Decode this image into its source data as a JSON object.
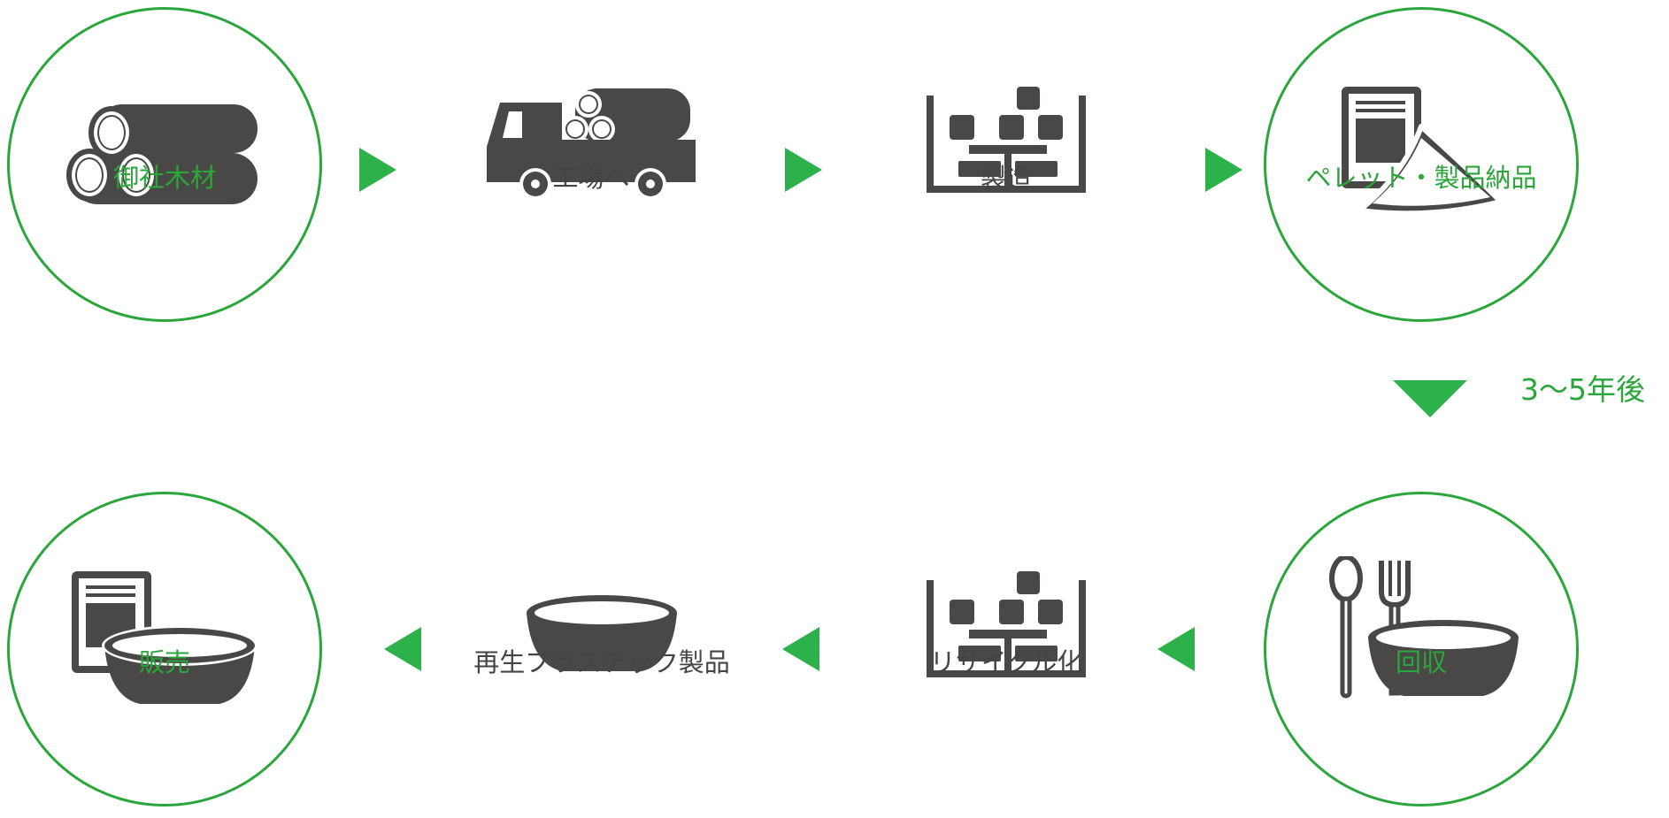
{
  "steps": [
    {
      "label": "御社木材",
      "icon": "logs-icon"
    },
    {
      "label": "工場へ",
      "icon": "truck-icon"
    },
    {
      "label": "製造",
      "icon": "factory-icon"
    },
    {
      "label": "ペレット・製品納品",
      "icon": "pellet-delivery-icon"
    },
    {
      "label": "回収",
      "icon": "tableware-collection-icon"
    },
    {
      "label": "リサイクル化",
      "icon": "factory-icon"
    },
    {
      "label": "再生プラスチック製品",
      "icon": "bowl-icon"
    },
    {
      "label": "販売",
      "icon": "product-sale-icon"
    }
  ],
  "interval_label": "3〜5年後",
  "colors": {
    "accent": "#2aa63b",
    "arrow": "#2db14a",
    "icon": "#4a4846",
    "text": "#444444"
  }
}
